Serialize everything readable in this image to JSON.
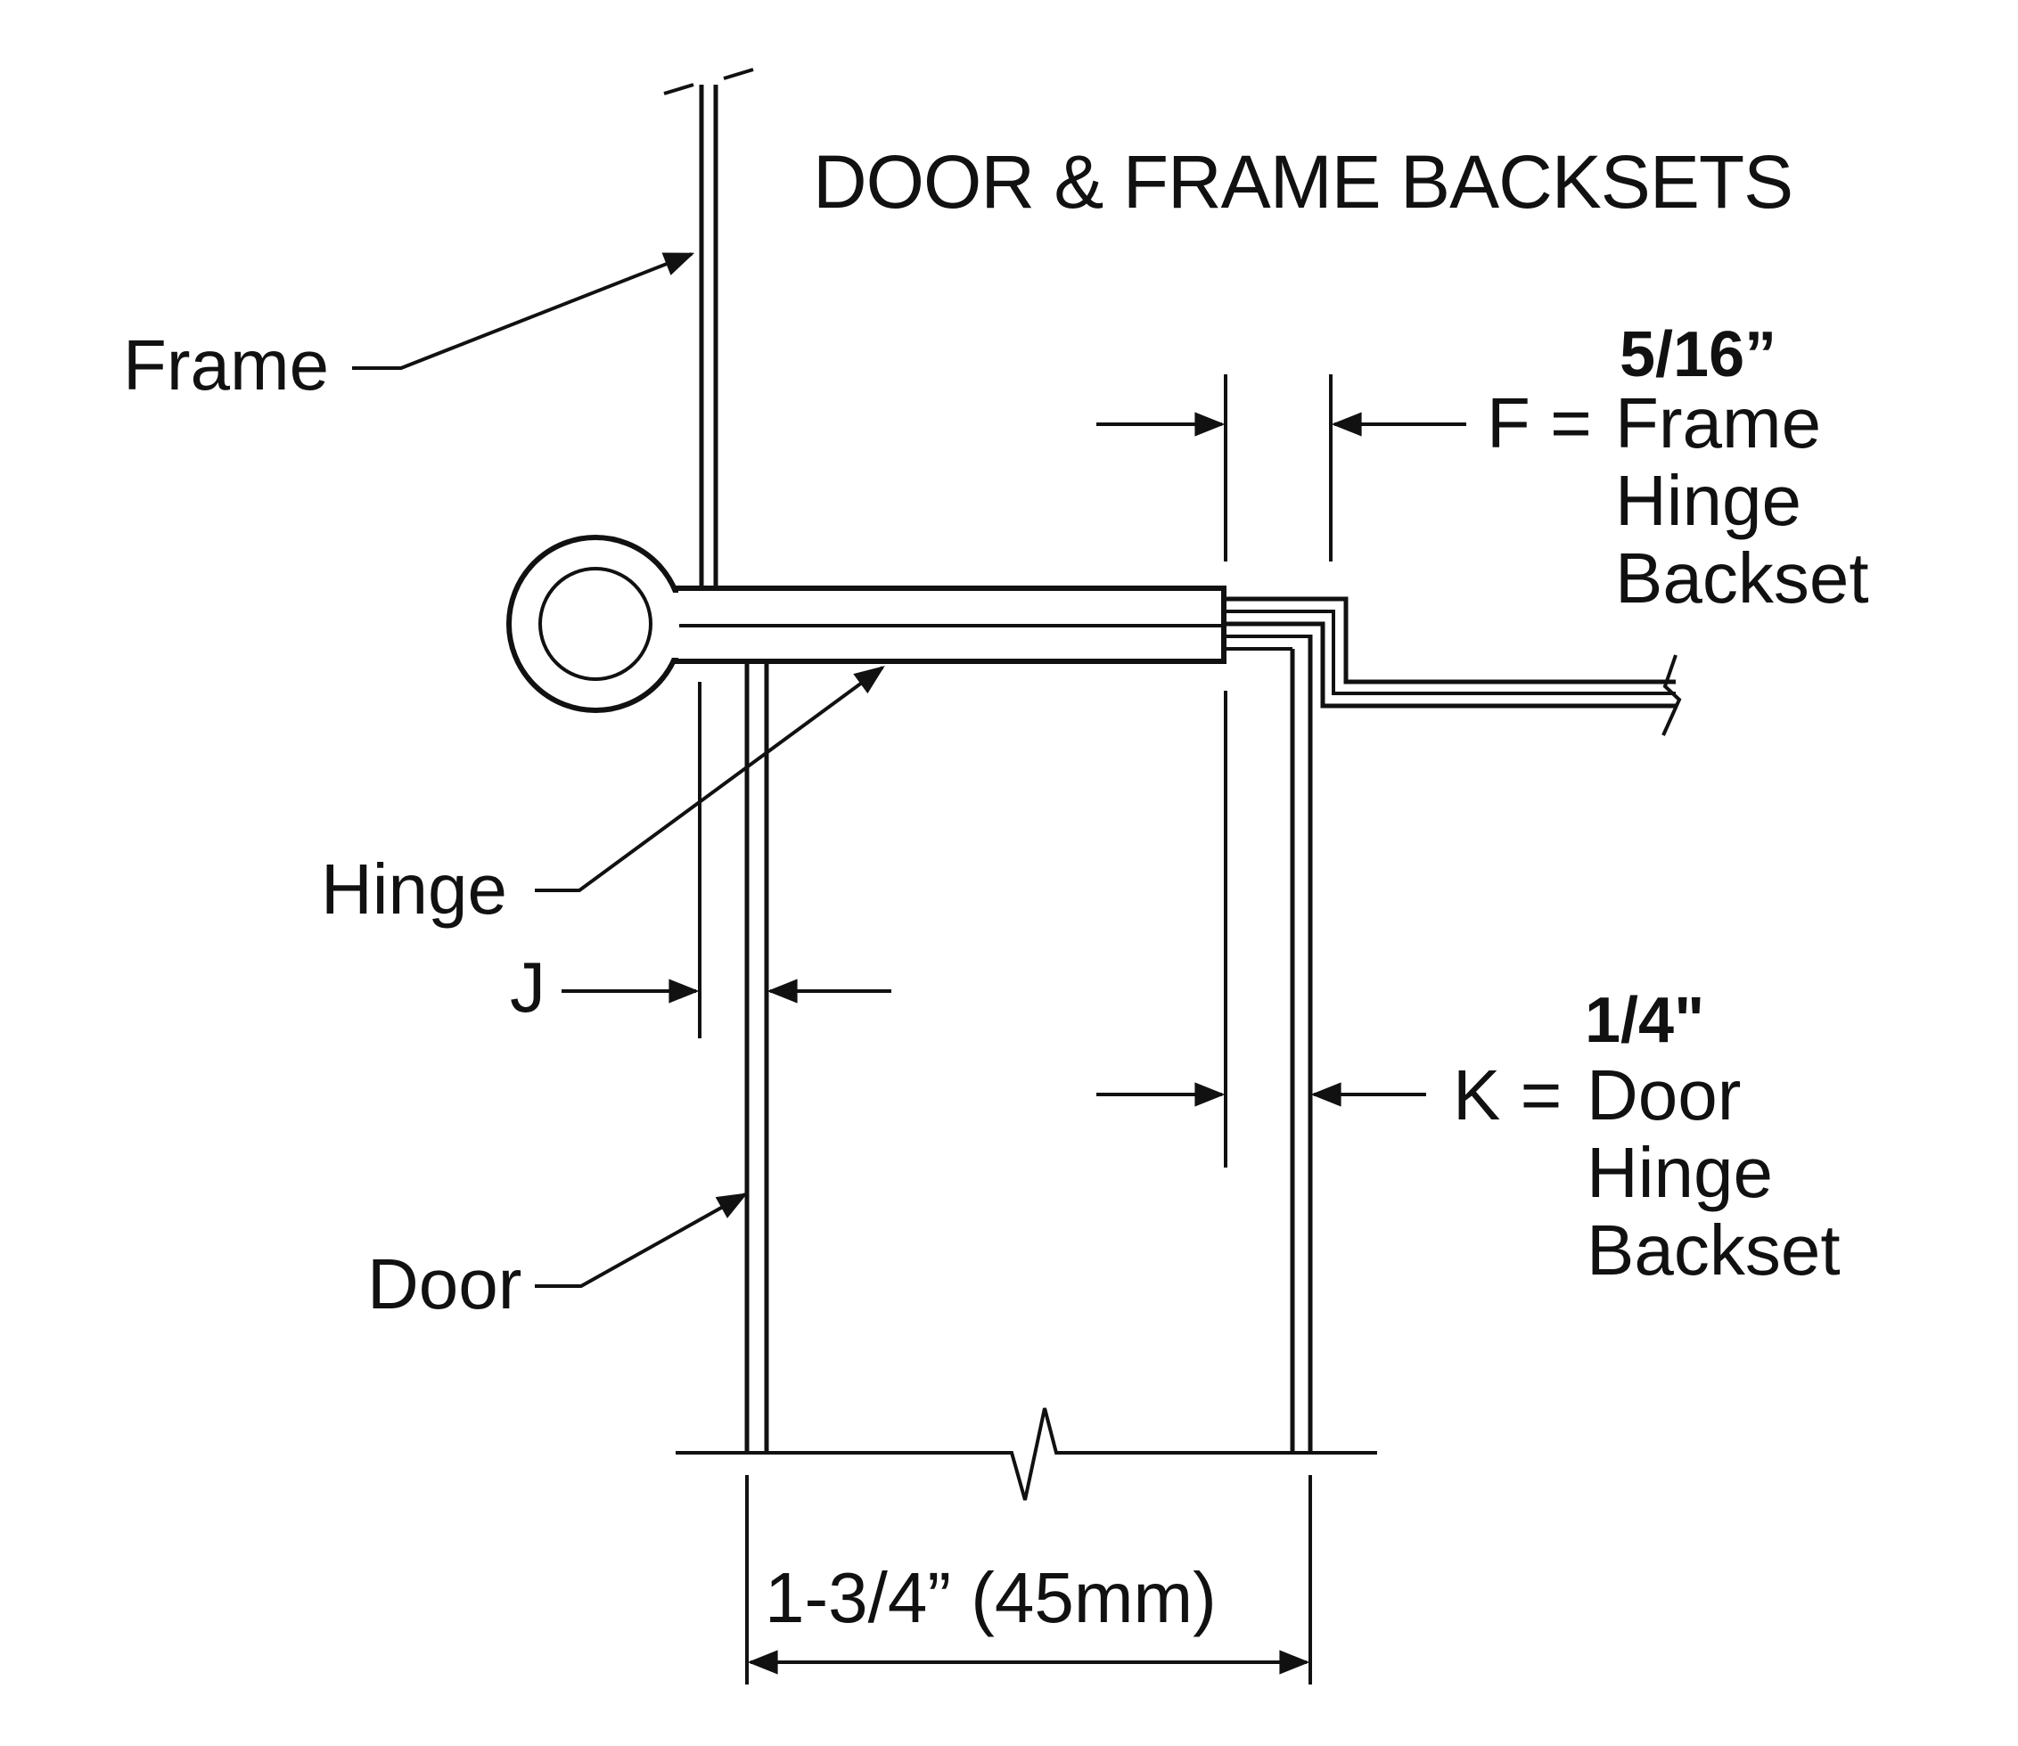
{
  "title": "DOOR & FRAME BACKSETS",
  "labels": {
    "frame": "Frame",
    "hinge": "Hinge",
    "door": "Door",
    "j": "J"
  },
  "frame_backset": {
    "value": "5/16”",
    "line1": "F =",
    "line2": "Frame",
    "line3": "Hinge",
    "line4": "Backset"
  },
  "door_backset": {
    "value": "1/4\"",
    "line1": "K =",
    "line2": "Door",
    "line3": "Hinge",
    "line4": "Backset"
  },
  "door_thickness": "1-3/4” (45mm)",
  "colors": {
    "ink": "#111111",
    "background": "#ffffff"
  }
}
